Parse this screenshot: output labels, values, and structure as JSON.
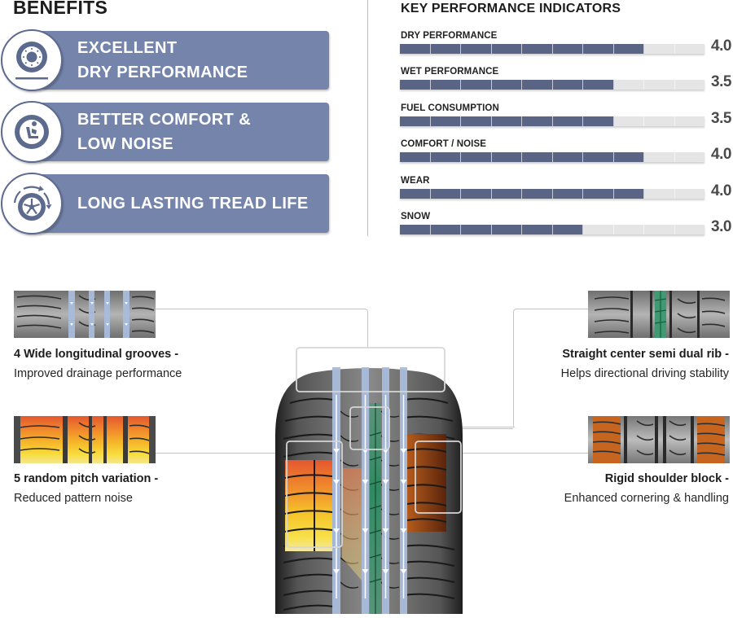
{
  "benefits": {
    "title": "BENEFITS",
    "items": [
      {
        "icon": "sun-tire-icon",
        "line1": "EXCELLENT",
        "line2": "DRY PERFORMANCE"
      },
      {
        "icon": "seat-tire-icon",
        "line1": "BETTER COMFORT &",
        "line2": "LOW NOISE"
      },
      {
        "icon": "rotating-wheel-icon",
        "line1": "LONG LASTING TREAD LIFE",
        "line2": ""
      }
    ]
  },
  "kpi": {
    "title": "KEY PERFORMANCE INDICATORS",
    "max_value": 5.0,
    "segments": 10,
    "bar_color": "#5a6585",
    "items": [
      {
        "label": "DRY PERFORMANCE",
        "value": 4.0,
        "display": "4.0"
      },
      {
        "label": "WET PERFORMANCE",
        "value": 3.5,
        "display": "3.5"
      },
      {
        "label": "FUEL CONSUMPTION",
        "value": 3.5,
        "display": "3.5"
      },
      {
        "label": "COMFORT / NOISE",
        "value": 4.0,
        "display": "4.0"
      },
      {
        "label": "WEAR",
        "value": 4.0,
        "display": "4.0"
      },
      {
        "label": "SNOW",
        "value": 3.0,
        "display": "3.0"
      }
    ]
  },
  "features": {
    "grooves": {
      "title": "4 Wide longitudinal grooves -",
      "desc": "Improved drainage performance",
      "highlight": "#a9bcdc"
    },
    "rib": {
      "title": "Straight center semi dual rib -",
      "desc": "Helps directional driving stability",
      "highlight": "#3f9a72"
    },
    "pitch": {
      "title": "5 random pitch variation -",
      "desc": "Reduced pattern noise",
      "highlight": [
        "#e4572e",
        "#f08a2c",
        "#f6b52a",
        "#f7dc3a",
        "#f5e68c"
      ]
    },
    "shoulder": {
      "title": "Rigid shoulder block -",
      "desc": "Enhanced cornering & handling",
      "highlight": "#b8561a"
    }
  },
  "colors": {
    "panel": "#7584ab",
    "badge_border": "#5c6a8e",
    "tread_dark": "#3a3a3a",
    "tread_light": "#8c8c8c",
    "connector": "#c4c4c4"
  }
}
